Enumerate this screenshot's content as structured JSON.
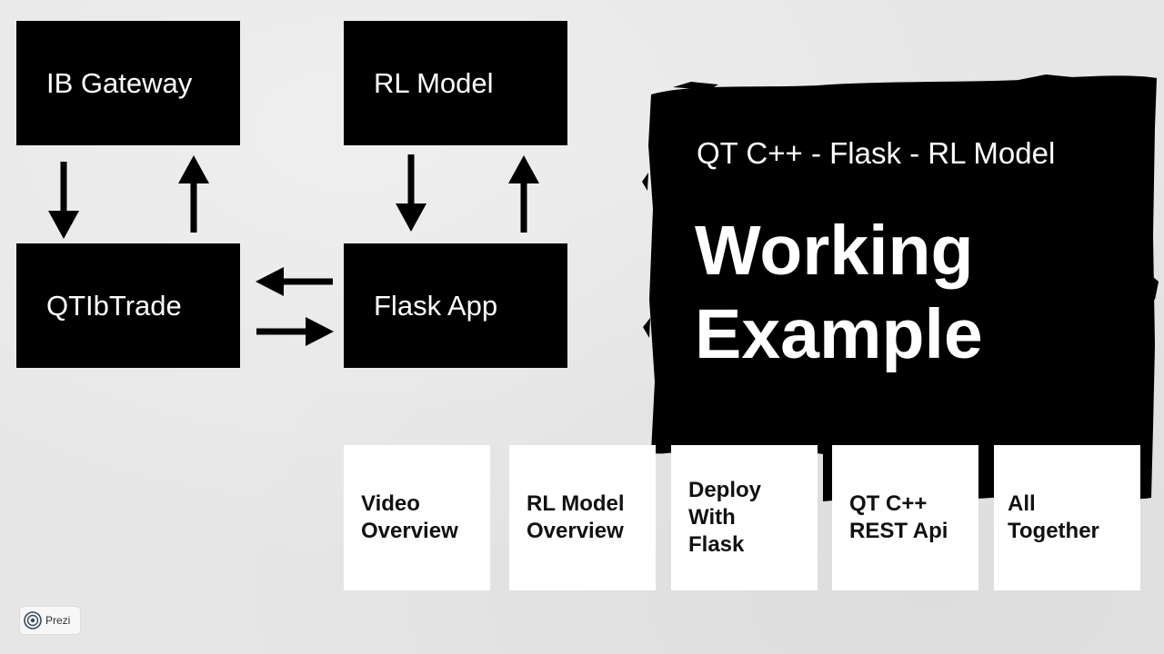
{
  "diagram": {
    "nodes": {
      "ib_gateway": "IB Gateway",
      "rl_model": "RL Model",
      "qtibtrade": "QTIbTrade",
      "flask_app": "Flask App"
    },
    "edges": [
      {
        "from": "IB Gateway",
        "to": "QTIbTrade"
      },
      {
        "from": "QTIbTrade",
        "to": "IB Gateway"
      },
      {
        "from": "RL Model",
        "to": "Flask App"
      },
      {
        "from": "Flask App",
        "to": "RL Model"
      },
      {
        "from": "Flask App",
        "to": "QTIbTrade"
      },
      {
        "from": "QTIbTrade",
        "to": "Flask App"
      }
    ]
  },
  "hero": {
    "subtitle": "QT C++ - Flask - RL Model",
    "title_line1": "Working",
    "title_line2": "Example"
  },
  "cards": [
    "Video\nOverview",
    "RL Model\nOverview",
    "Deploy\nWith\nFlask",
    "QT C++\nREST Api",
    "All\nTogether"
  ],
  "badge": {
    "label": "Prezi"
  },
  "colors": {
    "background": "#e6e6e6",
    "box": "#000000",
    "card": "#ffffff"
  }
}
